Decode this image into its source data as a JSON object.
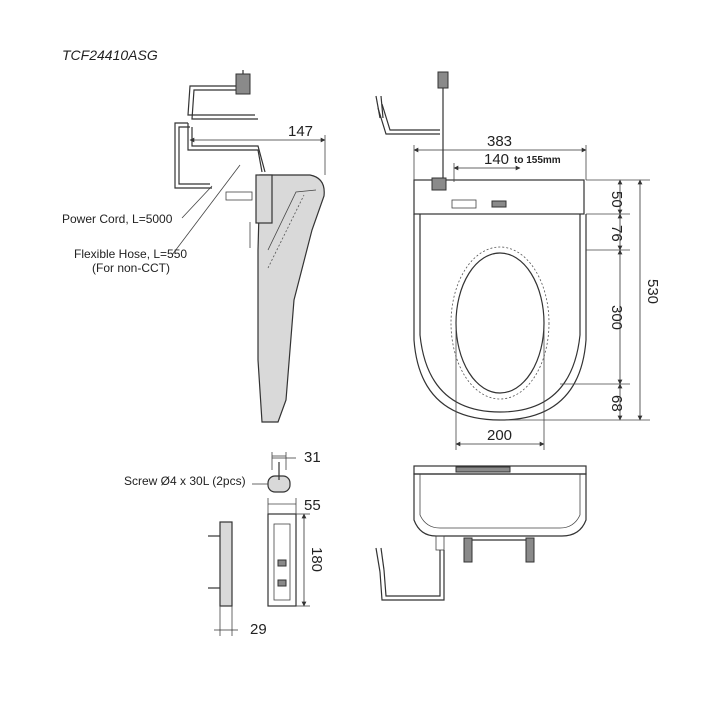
{
  "model": "TCF24410ASG",
  "labels": {
    "power_cord": "Power Cord, L=5000",
    "flexible_hose": "Flexible Hose, L=550",
    "non_cct": "(For non-CCT)",
    "screw": "Screw Ø4 x 30L (2pcs)"
  },
  "dimensions": {
    "d147": "147",
    "d383": "383",
    "d140": "140",
    "d140_suffix": "to 155mm",
    "d50": "50",
    "d76": "76",
    "d300": "300",
    "d530": "530",
    "d68": "68",
    "d200": "200",
    "d31": "31",
    "d55": "55",
    "d180": "180",
    "d29": "29"
  },
  "colors": {
    "line": "#333333",
    "part_fill": "#d9d9d9"
  }
}
